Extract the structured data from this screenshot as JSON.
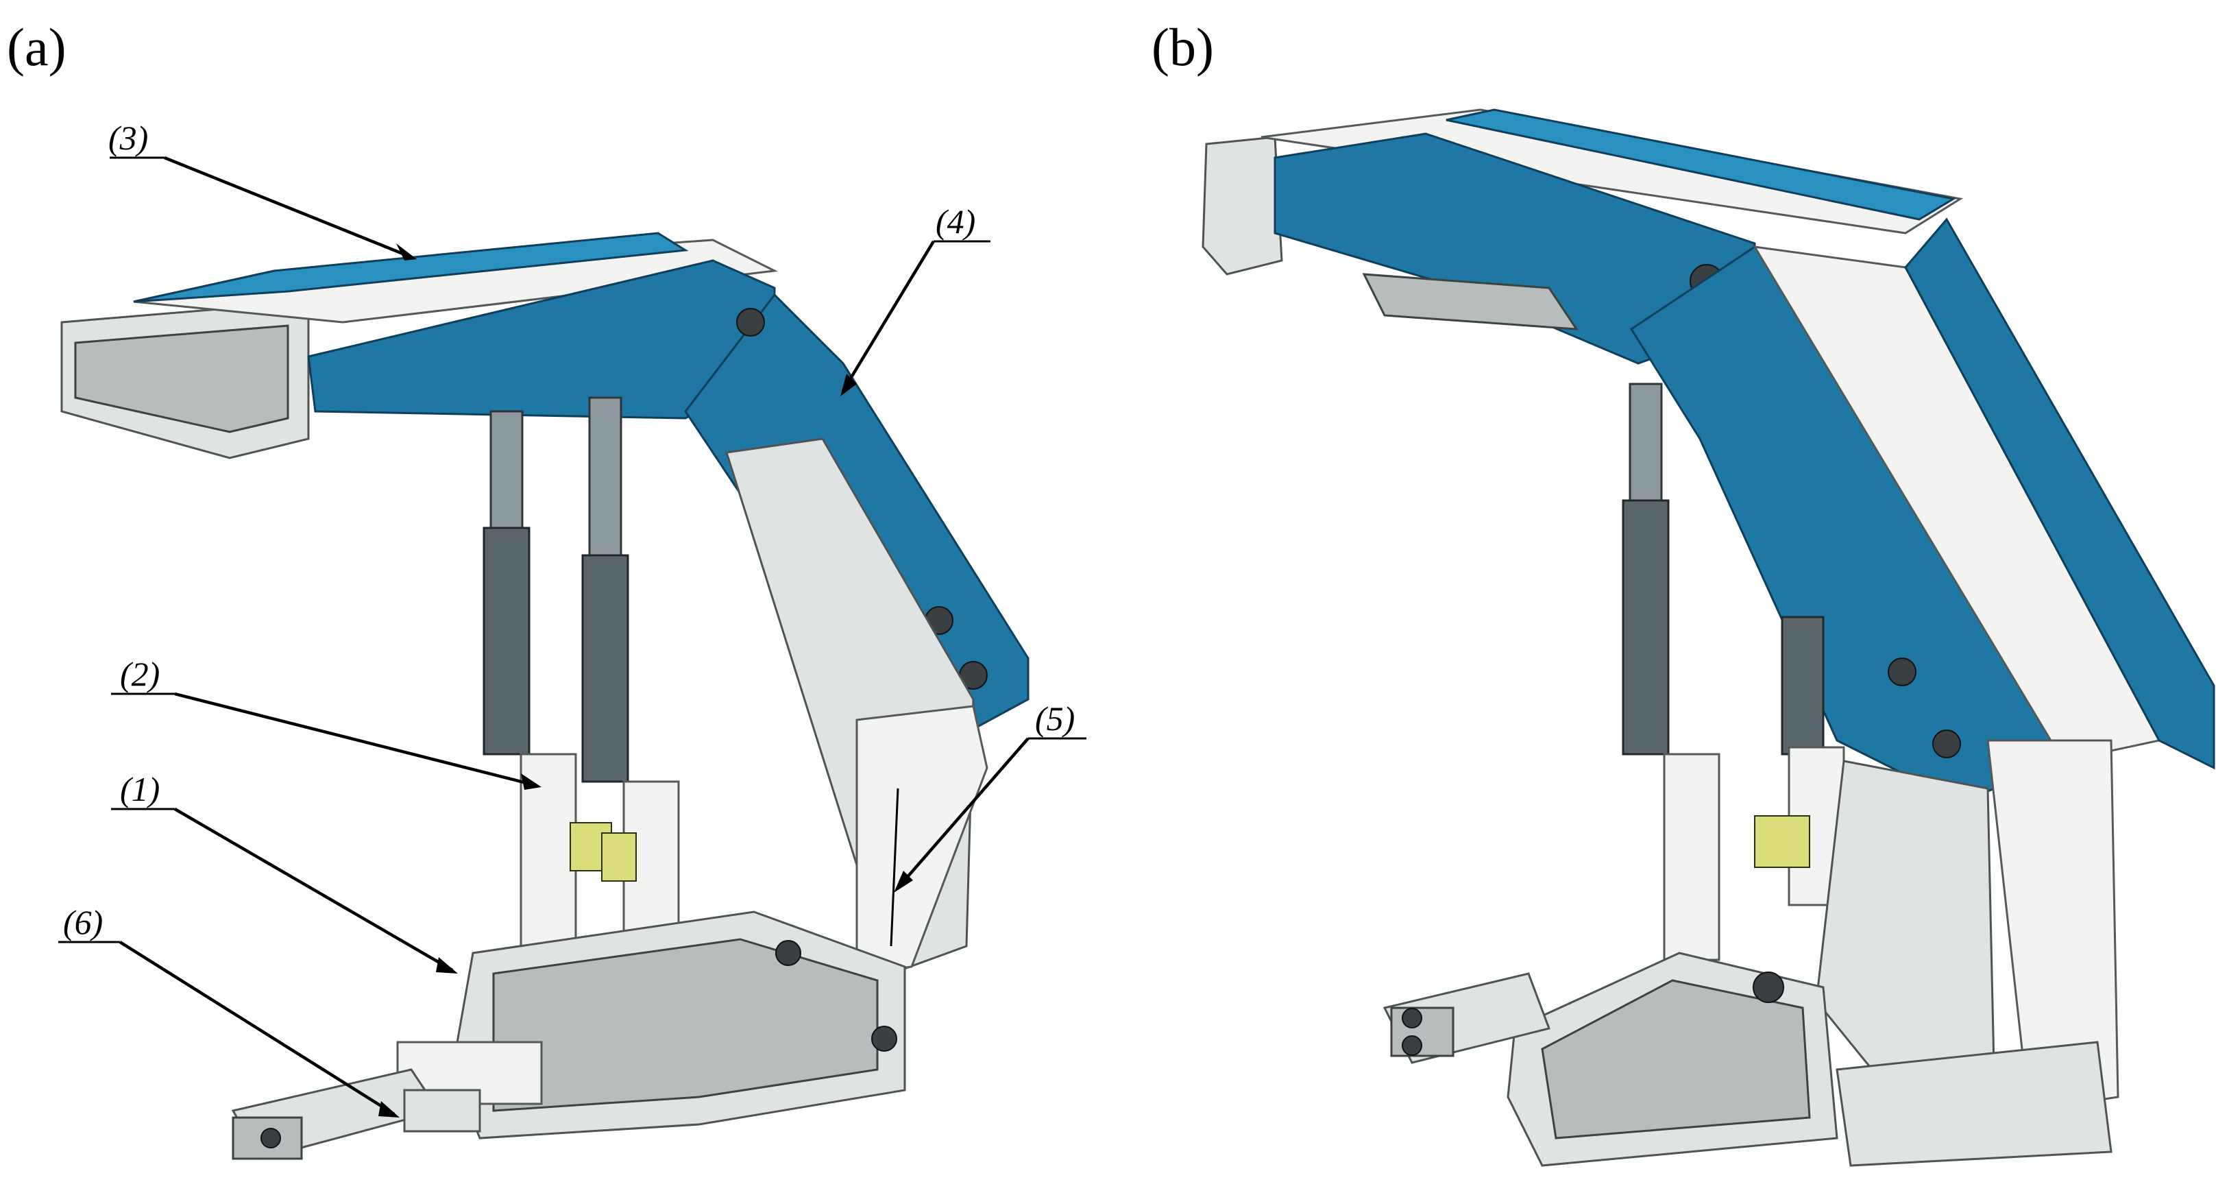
{
  "panels": {
    "a": {
      "letter": "(a)"
    },
    "b": {
      "letter": "(b)"
    }
  },
  "callouts": [
    {
      "id": "1",
      "label": "(1)"
    },
    {
      "id": "2",
      "label": "(2)"
    },
    {
      "id": "3",
      "label": "(3)"
    },
    {
      "id": "4",
      "label": "(4)"
    },
    {
      "id": "5",
      "label": "(5)"
    },
    {
      "id": "6",
      "label": "(6)"
    }
  ],
  "colors": {
    "canopy_blue": "#1f77a3",
    "frame_grey": "#dfe3e3",
    "background": "#ffffff"
  }
}
